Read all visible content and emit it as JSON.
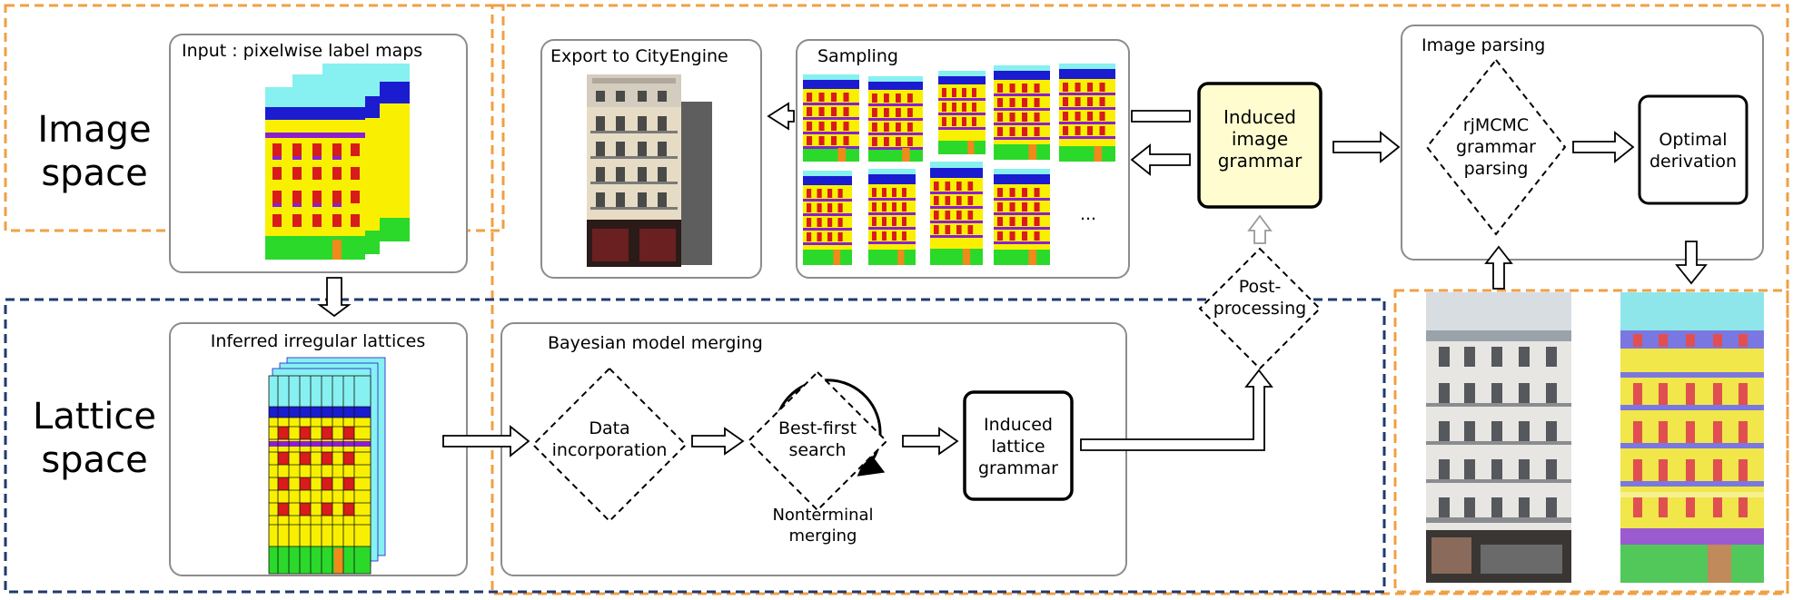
{
  "sections": {
    "image_space": [
      "Image",
      "space"
    ],
    "lattice_space": [
      "Lattice",
      "space"
    ]
  },
  "panels": {
    "input": "Input : pixelwise label maps",
    "export": "Export to CityEngine",
    "sampling": "Sampling",
    "sampling_ellipsis": "...",
    "image_parsing": "Image parsing",
    "inferred": "Inferred irregular lattices",
    "bayesian": "Bayesian model merging"
  },
  "nodes": {
    "induced_image_grammar": [
      "Induced",
      "image",
      "grammar"
    ],
    "rjmcmc": [
      "rjMCMC",
      "grammar",
      "parsing"
    ],
    "optimal": [
      "Optimal",
      "derivation"
    ],
    "post_processing": [
      "Post-",
      "processing"
    ],
    "data_incorporation": [
      "Data",
      "incorporation"
    ],
    "best_first": [
      "Best-first",
      "search"
    ],
    "nonterminal": [
      "Nonterminal",
      "merging"
    ],
    "induced_lattice_grammar": [
      "Induced",
      "lattice",
      "grammar"
    ]
  },
  "colors": {
    "sky": "#87f0f0",
    "roof": "#1b1bd0",
    "wall": "#f8f000",
    "window": "#d81b1b",
    "balcony": "#8a1fcf",
    "shop": "#2bd92b",
    "door": "#f08a1a",
    "box_border": "#8c8c8c",
    "orange_dash": "#f0a044",
    "blue_dash": "#1f3a6e",
    "grammar_fill": "#fffdd0"
  }
}
